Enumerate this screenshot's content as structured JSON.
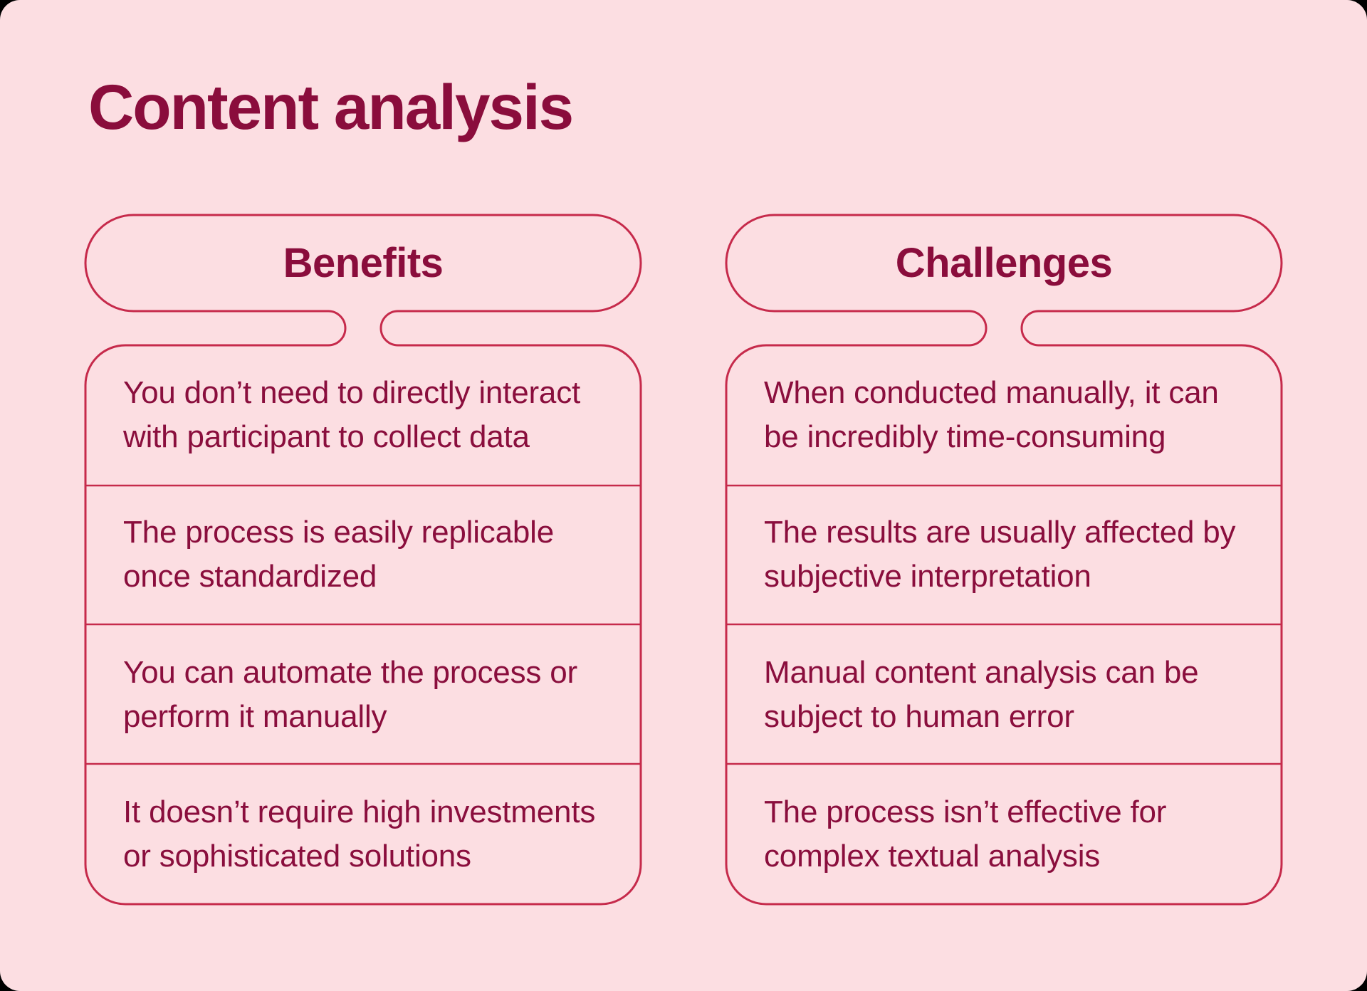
{
  "title": "Content analysis",
  "colors": {
    "page_background": "#000000",
    "card_background": "#FCDEE2",
    "outline_stroke": "#C62A4B",
    "text": "#8A0E3D"
  },
  "columns": [
    {
      "header": "Benefits",
      "rows": [
        {
          "text": "You don’t need to directly interact\nwith participant to collect data"
        },
        {
          "text": "The process is easily replicable\nonce standardized"
        },
        {
          "text": "You can automate the process or\nperform it manually"
        },
        {
          "text": "It doesn’t require high investments\nor sophisticated solutions"
        }
      ]
    },
    {
      "header": "Challenges",
      "rows": [
        {
          "text": "When conducted manually, it can\nbe incredibly time-consuming"
        },
        {
          "text": "The results are usually affected by\nsubjective interpretation"
        },
        {
          "text": "Manual content analysis can be\nsubject to human error"
        },
        {
          "text": "The process isn’t effective for\ncomplex textual analysis"
        }
      ]
    }
  ]
}
